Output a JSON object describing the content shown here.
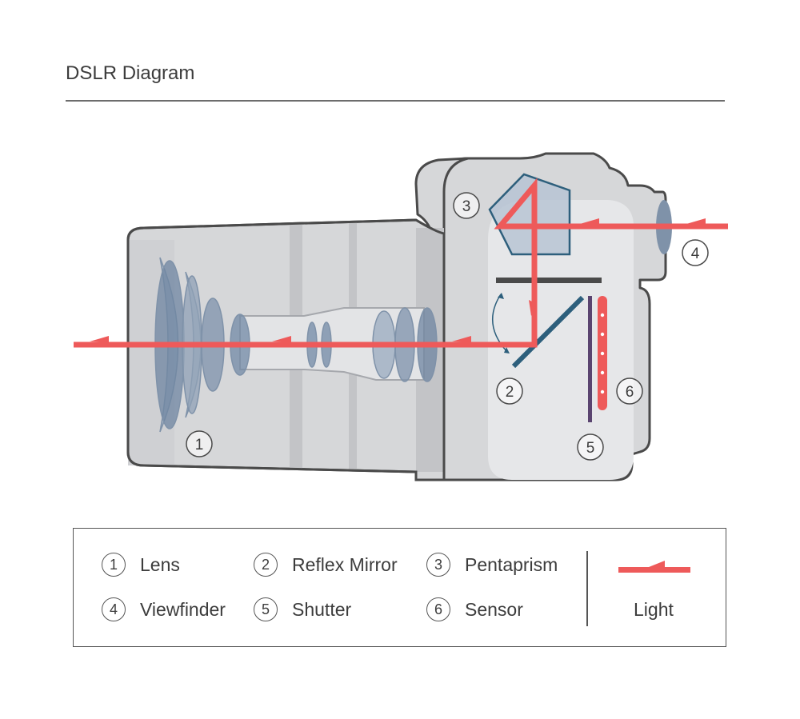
{
  "title": "DSLR Diagram",
  "markers": {
    "m1": "1",
    "m2": "2",
    "m3": "3",
    "m4": "4",
    "m5": "5",
    "m6": "6"
  },
  "legend": {
    "items": [
      {
        "number": "1",
        "label": "Lens"
      },
      {
        "number": "2",
        "label": "Reflex Mirror"
      },
      {
        "number": "3",
        "label": "Pentaprism"
      },
      {
        "number": "4",
        "label": "Viewfinder"
      },
      {
        "number": "5",
        "label": "Shutter"
      },
      {
        "number": "6",
        "label": "Sensor"
      }
    ],
    "light_label": "Light"
  },
  "colors": {
    "light": "#ee5a5a",
    "body": "#d6d7d9",
    "outline": "#4a4a4a",
    "glass": "#8fa0b6",
    "mirror": "#2d5f7c"
  }
}
